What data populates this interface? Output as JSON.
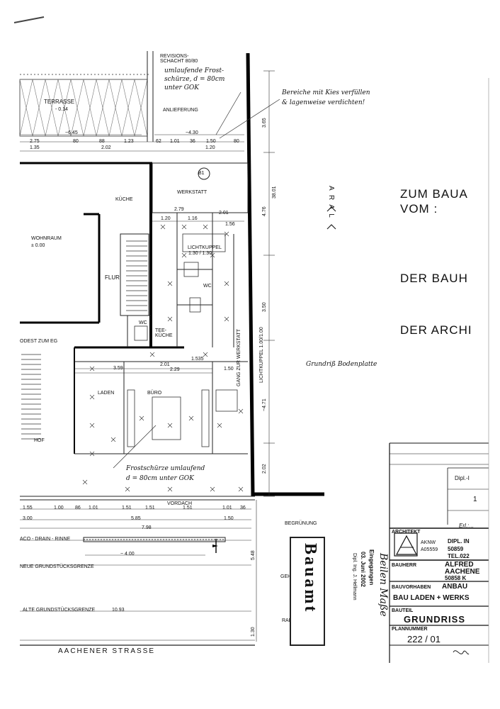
{
  "plan": {
    "street": "AACHENER STRASSE",
    "aral": "A R A L",
    "rooms": {
      "terrasse": "TERRASSE",
      "terrasse_level": "- 0.14",
      "kueche": "KÜCHE",
      "werkstatt": "WERKSTATT",
      "wohnraum": "WOHNRAUM",
      "wohnraum_level": "± 0.00",
      "flur": "FLUR",
      "wc": "WC",
      "teekueche": "TEE-\nKÜCHE",
      "laden": "LADEN",
      "buero": "BÜRO",
      "hof": "HOF",
      "gang": "GANG ZUR WERKSTATT",
      "lichtkuppel": "LICHTKUPPEL",
      "lichtkuppel_size": "1.30 / 1.30",
      "vordach": "VORDACH",
      "anlieferung": "ANLIEFERUNG",
      "revision": "REVISIONS-\nSCHACHT 80/80",
      "podest": "ODEST  ZUM  EG"
    },
    "side_labels": {
      "begruenung": "BEGRÜNUNG",
      "gehweg": "GEHWEG",
      "radweg": "RADWEG",
      "neue_grenze": "NEUE GRUNDSTÜCKSGRENZE",
      "alte_grenze": "ALTE  GRUNDSTÜCKSGRENZE",
      "alte_grenze_dim": "10.93",
      "aco": "ACO - DRAIN - RINNE",
      "lichtkuppel_vertical": "LICHTKUPPEL 1.00/1.00"
    },
    "dimensions": {
      "top_row1": [
        "2.75",
        "80",
        "88",
        "1.23",
        "62",
        "1.01",
        "36",
        "1.50",
        "80"
      ],
      "top_row2": [
        "1.35",
        "2.02",
        "1.20"
      ],
      "top_mid": [
        "~6.45",
        "~4.30"
      ],
      "werkstatt_dims": [
        "2.79",
        "2.01",
        "1.20",
        "1.16",
        "1.56"
      ],
      "bottom_row1": [
        "1.55",
        "1.00",
        "86",
        "1.01",
        "1.51",
        "1.51",
        "1.51",
        "1.01",
        "36"
      ],
      "bottom_row2": [
        "3.00",
        "5.85",
        "1.50"
      ],
      "bottom_row3": [
        "7.98",
        "~ 4.00"
      ],
      "laden_dims": [
        "3.59",
        "2.01",
        "2.29",
        "1.535",
        "1.50"
      ],
      "right_vertical": [
        "3.65",
        "38.01",
        "4.76",
        "3.50",
        "~4.71",
        "2.02",
        "5.48",
        "1.30"
      ],
      "room_marker": "B1"
    },
    "notes": {
      "top_note": "umlaufende Frost-\nschürze, d = 80cm\nunter GOK",
      "kies_note": "Bereiche mit Kies verfüllen\n& lagenweise verdichten!",
      "frost_note": "Frostschürze umlaufend\nd = 80cm unter GOK",
      "bodenplatte": "Grundriß Bodenplatte"
    }
  },
  "header": {
    "line1": "ZUM  BAUA",
    "line2": "VOM  :",
    "line3": "DER  BAUH",
    "line4": "DER  ARCHI"
  },
  "stamps": {
    "bauamt": "Bauamt",
    "received_label": "Eingegangen",
    "received_date": "03. Juni 2002",
    "received_by": "Dipl. Ing. J. Hellmann",
    "signature": "Beilen Maße"
  },
  "title_block": {
    "dipl_label": "Dipl.-I",
    "digit": "1",
    "erl_label": "Erl.:...",
    "architekt_label": "ARCHITEKT",
    "aknw": "AKNW",
    "aknw_no": "A05559",
    "arch_name": "DIPL. IN",
    "arch_zip": "50859",
    "arch_tel": "TEL.022",
    "bauherr_label": "BAUHERR",
    "bauherr_name": "ALFRED",
    "bauherr_city": "AACHENE",
    "bauherr_zip": "50858  K",
    "vorhaben_label": "BAUVORHABEN",
    "vorhaben_value": "ANBAU",
    "vorhaben_line2": "BAU LADEN + WERKS",
    "bauteil_label": "BAUTEIL",
    "bauteil_value": "GRUNDRISS",
    "plannr_label": "PLANNUMMER",
    "plannr_value": "222  /  01"
  }
}
